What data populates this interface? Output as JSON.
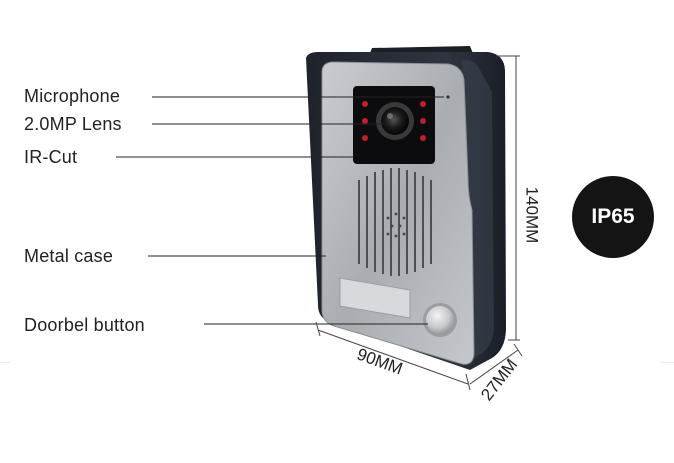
{
  "callouts": {
    "microphone": "Microphone",
    "lens": "2.0MP Lens",
    "ir_cut": "IR-Cut",
    "metal_case": "Metal case",
    "doorbell_button": "Doorbel button"
  },
  "dimensions": {
    "height": "140MM",
    "width": "90MM",
    "depth": "27MM"
  },
  "rating_badge": "IP65",
  "colors": {
    "housing": "#2a2f38",
    "faceplate": "#b6b9bd",
    "ir_led": "#c0202a",
    "badge": "#141414"
  }
}
